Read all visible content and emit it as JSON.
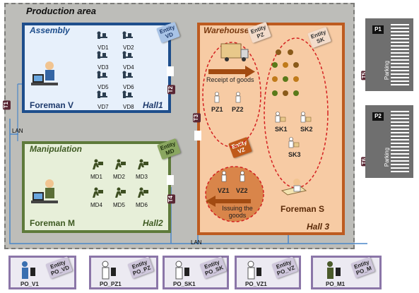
{
  "production_area": {
    "title": "Production area"
  },
  "assembly": {
    "title": "Assembly",
    "entity": "Entity\nVD",
    "items": [
      "VD1",
      "VD2",
      "VD3",
      "VD4",
      "VD5",
      "VD6",
      "VD7",
      "VD8"
    ],
    "foreman": "Foreman V",
    "hall": "Hall1"
  },
  "manipulation": {
    "title": "Manipulation",
    "entity": "Entity\nMD",
    "items": [
      "MD1",
      "MD2",
      "MD3",
      "MD4",
      "MD5",
      "MD6"
    ],
    "foreman": "Foreman M",
    "hall": "Hall2"
  },
  "warehouse": {
    "title": "Warehouse",
    "entity_pz": "Entity\nPZ",
    "entity_sk": "Entity\nSK",
    "entity_vz": "Entity\nVZ",
    "receipt": "Receipt of goods",
    "pz": [
      "PZ1",
      "PZ2"
    ],
    "sk": [
      "SK1",
      "SK2",
      "SK3"
    ],
    "vz": [
      "VZ1",
      "VZ2"
    ],
    "issuing": "Issuing the\ngoods",
    "foreman": "Foreman S",
    "hall": "Hall 3"
  },
  "terminals": [
    "T1",
    "T2",
    "T3",
    "T4",
    "T5",
    "T6"
  ],
  "lan": [
    "LAN",
    "LAN"
  ],
  "parking": [
    {
      "id": "P1",
      "label": "Parking"
    },
    {
      "id": "P2",
      "label": "Parking"
    }
  ],
  "po": [
    {
      "label": "PO_V1",
      "entity": "Entity\nPO_VD"
    },
    {
      "label": "PO_PZ1",
      "entity": "Entity\nPO_PZ"
    },
    {
      "label": "PO_SK1",
      "entity": "Entity\nPO_SK"
    },
    {
      "label": "PO_VZ1",
      "entity": "Entity\nPO_VZ"
    },
    {
      "label": "PO_M1",
      "entity": "Entity\nPO_M"
    }
  ],
  "colors": {
    "assembly_border": "#1e4e8c",
    "manipulation_border": "#5e7a3b",
    "warehouse_border": "#bd5b20",
    "lan": "#4a86c8",
    "red_dashed": "#d42020"
  }
}
